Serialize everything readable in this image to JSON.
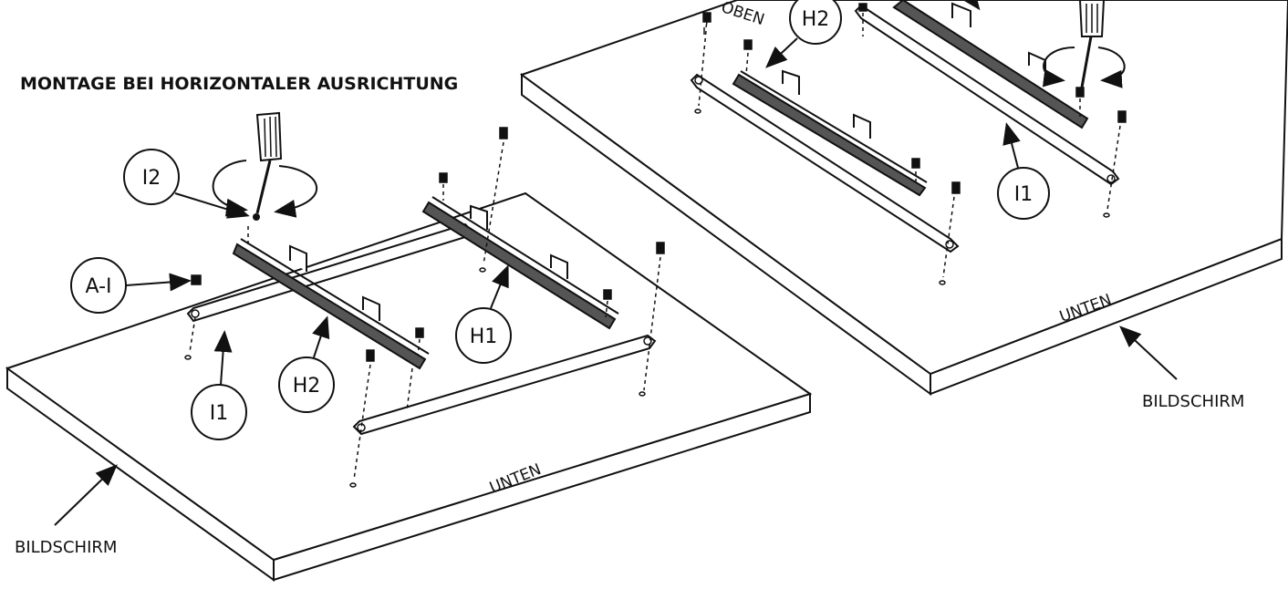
{
  "heading": "MONTAGE BEI HORIZONTALER AUSRICHTUNG",
  "labels": {
    "left_callout_i2": "I2",
    "left_callout_ai": "A-I",
    "left_callout_i1": "I1",
    "left_callout_h2": "H2",
    "left_callout_h1": "H1",
    "left_bottom_side": "UNTEN",
    "left_screen": "BILDSCHIRM",
    "right_top_side": "OBEN",
    "right_callout_h2": "H2",
    "right_callout_i1": "I1",
    "right_bottom_side": "UNTEN",
    "right_screen": "BILDSCHIRM"
  }
}
